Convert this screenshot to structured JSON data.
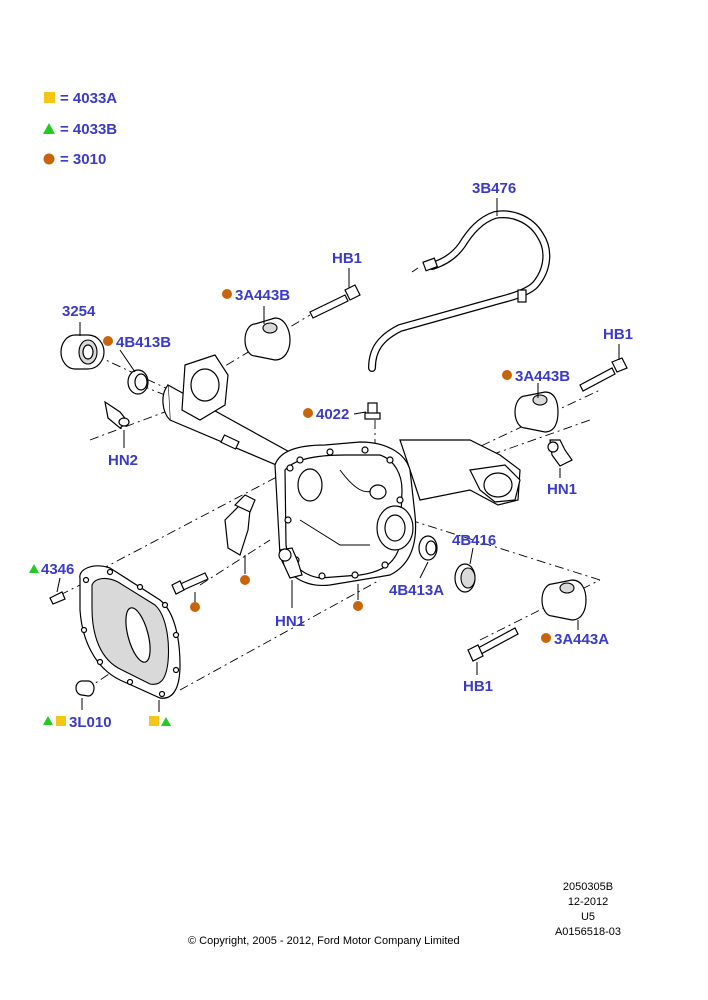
{
  "legend": [
    {
      "symbol": "square",
      "text": "= 4033A"
    },
    {
      "symbol": "triangle",
      "text": "= 4033B"
    },
    {
      "symbol": "circle",
      "text": "= 3010"
    }
  ],
  "labels": {
    "p3B476": "3B476",
    "pHB1_top": "HB1",
    "p3A443B_top": "3A443B",
    "p3254": "3254",
    "p4B413B": "4B413B",
    "pHB1_right": "HB1",
    "p3A443B_right": "3A443B",
    "p4022": "4022",
    "pHN2": "HN2",
    "pHN1_right": "HN1",
    "p4B416": "4B416",
    "p4B413A": "4B413A",
    "p4346": "4346",
    "pHN1_bottom": "HN1",
    "p3A443A": "3A443A",
    "pHB1_bottom": "HB1",
    "p3L010": "3L010"
  },
  "colors": {
    "label": "#3a3acb",
    "square": "#f5c518",
    "triangle": "#1fcc1f",
    "circle": "#c8640a"
  },
  "footer": {
    "copyright": "© Copyright, 2005 - 2012, Ford Motor Company Limited",
    "ref_lines": [
      "2050305B",
      "12-2012",
      "U5",
      "A0156518-03"
    ]
  }
}
